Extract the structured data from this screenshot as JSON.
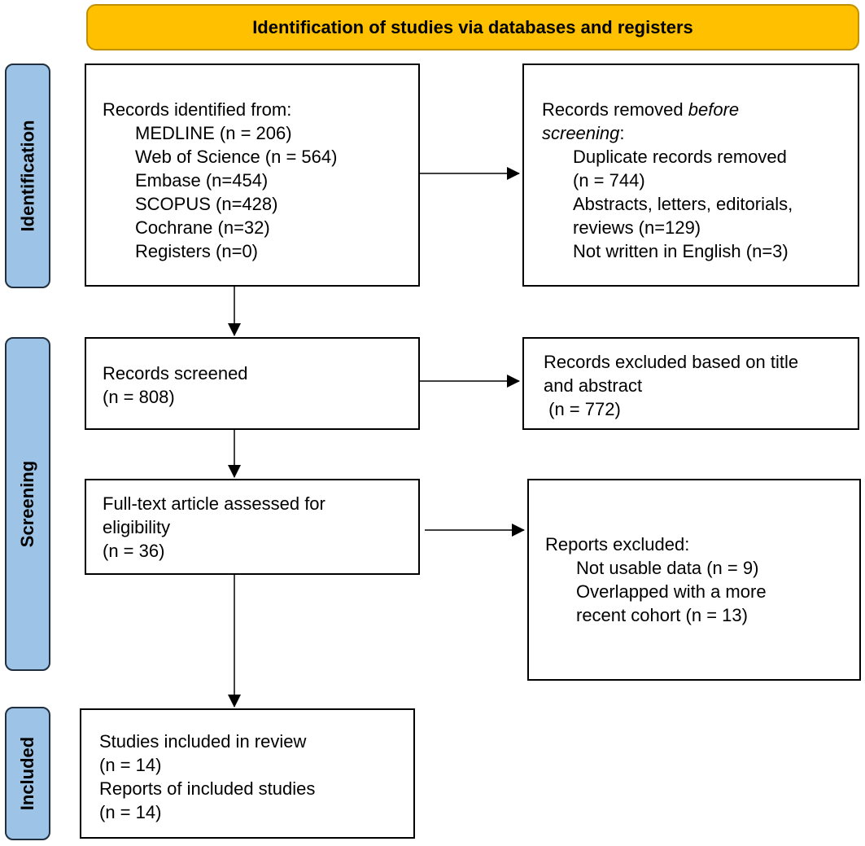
{
  "banner": {
    "title": "Identification of studies via databases and registers"
  },
  "phases": {
    "identification": "Identification",
    "screening": "Screening",
    "included": "Included"
  },
  "identified": {
    "heading": "Records identified from:",
    "sources": [
      "MEDLINE (n = 206)",
      "Web of Science (n = 564)",
      "Embase (n=454)",
      "SCOPUS (n=428)",
      "Cochrane (n=32)",
      "Registers (n=0)"
    ]
  },
  "removed": {
    "heading_plain": "Records removed ",
    "heading_italic_1": "before",
    "heading_italic_2": "screening",
    "heading_colon": ":",
    "items": [
      "Duplicate records removed",
      "(n = 744)",
      "Abstracts, letters, editorials,",
      "reviews (n=129)",
      "Not written in English (n=3)"
    ]
  },
  "screened": {
    "label": "Records screened",
    "count": "(n = 808)"
  },
  "excluded_title": {
    "line1": "Records excluded based on title",
    "line2": "and abstract",
    "count": " (n = 772)"
  },
  "fulltext": {
    "line1": "Full-text article assessed for",
    "line2": "eligibility",
    "count": "(n = 36)"
  },
  "reports_excluded": {
    "heading": "Reports excluded:",
    "items": [
      "Not usable data (n = 9)",
      "Overlapped with a more",
      "recent cohort (n = 13)"
    ]
  },
  "included": {
    "line1": "Studies included in review",
    "count1": "(n = 14)",
    "line2": "Reports of included studies",
    "count2": "(n = 14)"
  }
}
